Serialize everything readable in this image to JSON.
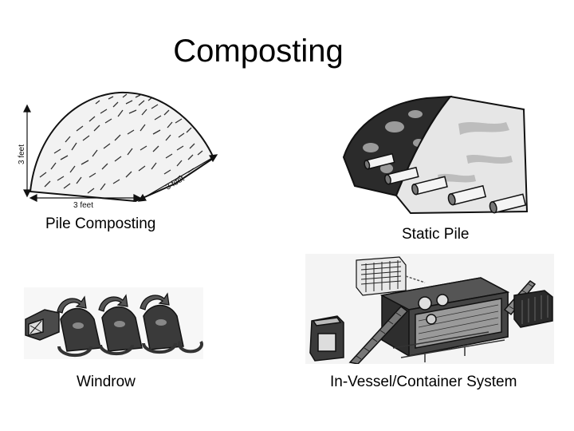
{
  "slide": {
    "title": "Composting",
    "panels": {
      "pile": {
        "caption": "Pile Composting",
        "dimensions": {
          "height": "3 feet",
          "depth": "3 feet",
          "width": "3 feet"
        }
      },
      "static_pile": {
        "caption": "Static Pile"
      },
      "windrow": {
        "caption": "Windrow"
      },
      "in_vessel": {
        "caption": "In-Vessel/Container System"
      }
    }
  },
  "colors": {
    "ink": "#111111",
    "mid_gray": "#8a8a8a",
    "light_gray": "#d9d9d9"
  }
}
